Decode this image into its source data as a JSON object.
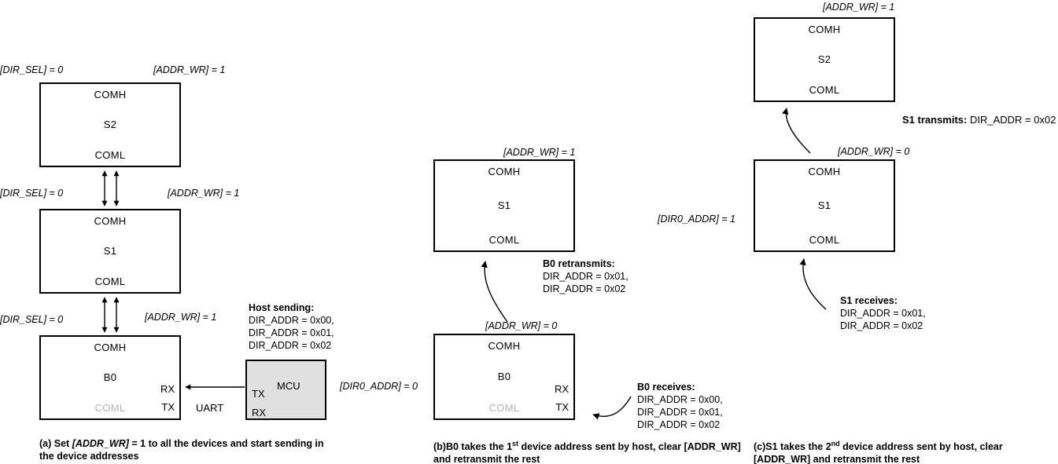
{
  "figure": {
    "panels": [
      {
        "id": "a",
        "caption_prefix": "(a) Set ",
        "caption_italic": "[ADDR_WR]",
        "caption_suffix": " = 1 to all the devices and start sending in the device addresses",
        "boxes": [
          {
            "name": "S2",
            "comh": "COMH",
            "coml": "COML"
          },
          {
            "name": "S1",
            "comh": "COMH",
            "coml": "COML"
          },
          {
            "name": "B0",
            "comh": "COMH",
            "coml": "COML",
            "rx": "RX",
            "tx": "TX"
          }
        ],
        "mcu": {
          "label": "MCU",
          "tx": "TX",
          "rx": "RX"
        },
        "bus_label": "UART",
        "signals": [
          {
            "text": "[DIR_SEL] = 0"
          },
          {
            "text": "[ADDR_WR] = 1"
          },
          {
            "text": "[DIR_SEL] = 0"
          },
          {
            "text": "[ADDR_WR] = 1"
          },
          {
            "text": "[DIR_SEL] = 0"
          },
          {
            "text": "[ADDR_WR] = 1"
          },
          {
            "text": "[DIR0_ADDR] = 0"
          }
        ],
        "note": {
          "header": "Host sending:",
          "lines": [
            "DIR_ADDR = 0x00,",
            "DIR_ADDR = 0x01,",
            "DIR_ADDR = 0x02"
          ]
        }
      },
      {
        "id": "b",
        "caption_prefix": "(b)B0 takes the 1",
        "caption_sup": "st",
        "caption_suffix": " device address sent by host, clear [ADDR_WR] and retransmit the rest",
        "boxes": [
          {
            "name": "S1",
            "comh": "COMH",
            "coml": "COML"
          },
          {
            "name": "B0",
            "comh": "COMH",
            "coml": "COML",
            "rx": "RX",
            "tx": "TX"
          }
        ],
        "signals": [
          {
            "text": "[ADDR_WR] = 1"
          },
          {
            "text": "[ADDR_WR] = 0"
          },
          {
            "text": "[DIR0_ADDR] = 1"
          }
        ],
        "notes": [
          {
            "header": "B0 retransmits:",
            "lines": [
              "DIR_ADDR = 0x01,",
              "DIR_ADDR = 0x02"
            ]
          },
          {
            "header": "B0 receives:",
            "lines": [
              "DIR_ADDR = 0x00,",
              "DIR_ADDR = 0x01,",
              "DIR_ADDR = 0x02"
            ]
          }
        ]
      },
      {
        "id": "c",
        "caption_prefix": "(c)S1 takes the 2",
        "caption_sup": "nd",
        "caption_suffix": " device address sent by host, clear [ADDR_WR] and retransmit the rest",
        "boxes": [
          {
            "name": "S2",
            "comh": "COMH",
            "coml": "COML"
          },
          {
            "name": "S1",
            "comh": "COMH",
            "coml": "COML"
          }
        ],
        "signals": [
          {
            "text": "[ADDR_WR] = 1"
          },
          {
            "text": "[ADDR_WR] = 0"
          }
        ],
        "transmit_note_bold": "S1 transmits:",
        "transmit_note_rest": " DIR_ADDR = 0x02",
        "notes": [
          {
            "header": "S1 receives:",
            "lines": [
              "DIR_ADDR = 0x01,",
              "DIR_ADDR = 0x02"
            ]
          }
        ]
      }
    ]
  },
  "colors": {
    "stroke": "#000000",
    "mcu_fill": "#e0e0e0",
    "dim_text": "#b3b3b3",
    "background": "#ffffff"
  }
}
